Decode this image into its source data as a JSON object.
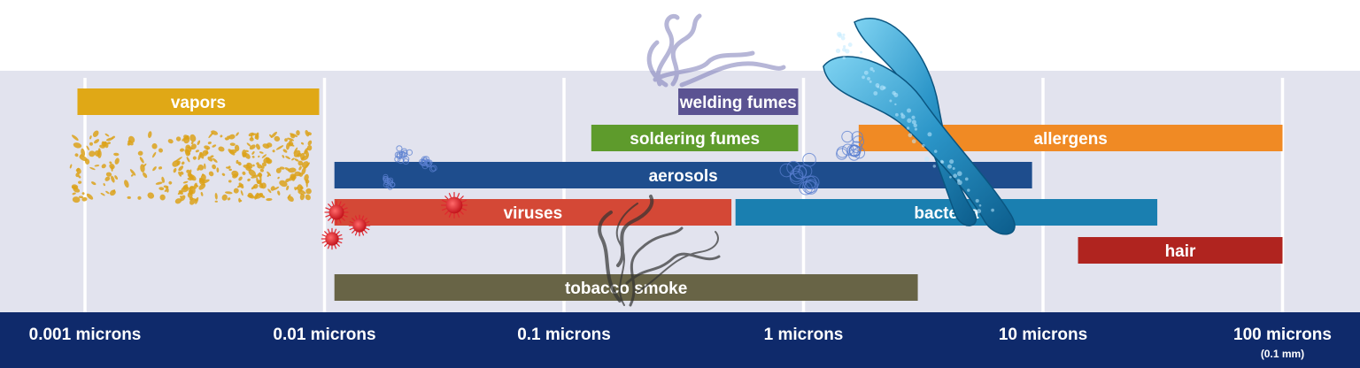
{
  "chart_data": {
    "type": "bar",
    "orientation": "horizontal",
    "x_scale": "log",
    "x_unit": "microns",
    "xlim": [
      0.0008,
      140
    ],
    "grid": true,
    "ticks": [
      {
        "value": 0.001,
        "label": "0.001 microns",
        "sublabel": ""
      },
      {
        "value": 0.01,
        "label": "0.01 microns",
        "sublabel": ""
      },
      {
        "value": 0.1,
        "label": "0.1 microns",
        "sublabel": ""
      },
      {
        "value": 1,
        "label": "1 microns",
        "sublabel": ""
      },
      {
        "value": 10,
        "label": "10 microns",
        "sublabel": ""
      },
      {
        "value": 100,
        "label": "100 microns",
        "sublabel": "(0.1 mm)"
      }
    ],
    "series": [
      {
        "name": "vapors",
        "range": [
          0.00093,
          0.0095
        ],
        "color": "#e0a816"
      },
      {
        "name": "welding fumes",
        "range": [
          0.3,
          0.95
        ],
        "color": "#5b5392"
      },
      {
        "name": "soldering fumes",
        "range": [
          0.13,
          0.95
        ],
        "color": "#5e9b2c"
      },
      {
        "name": "allergens",
        "range": [
          1.7,
          100
        ],
        "color": "#f08a24"
      },
      {
        "name": "aerosols",
        "range": [
          0.011,
          9
        ],
        "color": "#1e4d8d"
      },
      {
        "name": "viruses",
        "range": [
          0.011,
          0.5
        ],
        "color": "#d44836"
      },
      {
        "name": "bacteria",
        "range": [
          0.52,
          30
        ],
        "color": "#1a7fb0"
      },
      {
        "name": "hair",
        "range": [
          14,
          100
        ],
        "color": "#b0241f"
      },
      {
        "name": "tobacco smoke",
        "range": [
          0.011,
          3
        ],
        "color": "#686446"
      }
    ]
  },
  "colors": {
    "panel": "#e2e3ee",
    "axis_band": "#0f2a6b",
    "grid": "#ffffff",
    "bar_text": "#ffffff",
    "vapor_dots": "#dca21a",
    "virus": "#e0262e",
    "cluster": "#5a7fd0",
    "bacterium": "#2b95c8",
    "smoke": "#333333",
    "welding_smoke": "#7c7bb8"
  },
  "icons": [
    "vapor-particles-icon",
    "virus-icon",
    "aerosol-cluster-icon",
    "smoke-plume-icon",
    "welding-smoke-icon",
    "bacterium-icon"
  ]
}
